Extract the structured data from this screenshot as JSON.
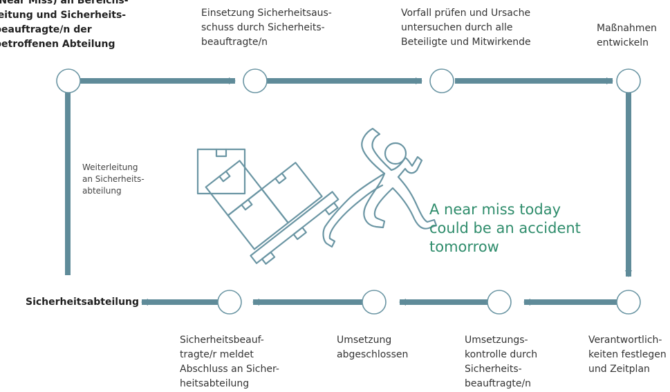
{
  "colors": {
    "line": "#5f8b99",
    "node_stroke": "#6a95a3",
    "illustration": "#6a95a3",
    "slogan": "#2e8c6b"
  },
  "steps": {
    "top_left": "(Near Miss) an Bereichs-\nleitung und Sicherheits-\nbeauftragte/n der\nbetroffenen Abteilung",
    "top_2": "Einsetzung Sicherheitsaus-\nschuss durch Sicherheits-\nbeauftragte/n",
    "top_3": "Vorfall prüfen und Ursache\nuntersuchen durch alle\nBeteiligte und Mitwirkende",
    "top_right": "Maßnahmen\nentwickeln",
    "left_side": "Weiterleitung\nan Sicherheits-\nabteilung",
    "bottom_end": "Sicherheitsabteilung",
    "bottom_1": "Sicherheitsbeauf-\ntragte/r meldet\nAbschluss an Sicher-\nheitsabteilung",
    "bottom_2": "Umsetzung\nabgeschlossen",
    "bottom_3": "Umsetzungs-\nkontrolle durch\nSicherheits-\nbeauftragte/n",
    "bottom_right": "Verantwortlich-\nkeiten festlegen\nund Zeitplan"
  },
  "slogan": "A near miss today\ncould be an accident\ntomorrow",
  "illustration": {
    "icon": "person-tripping-over-boxes-on-pallet-icon"
  }
}
